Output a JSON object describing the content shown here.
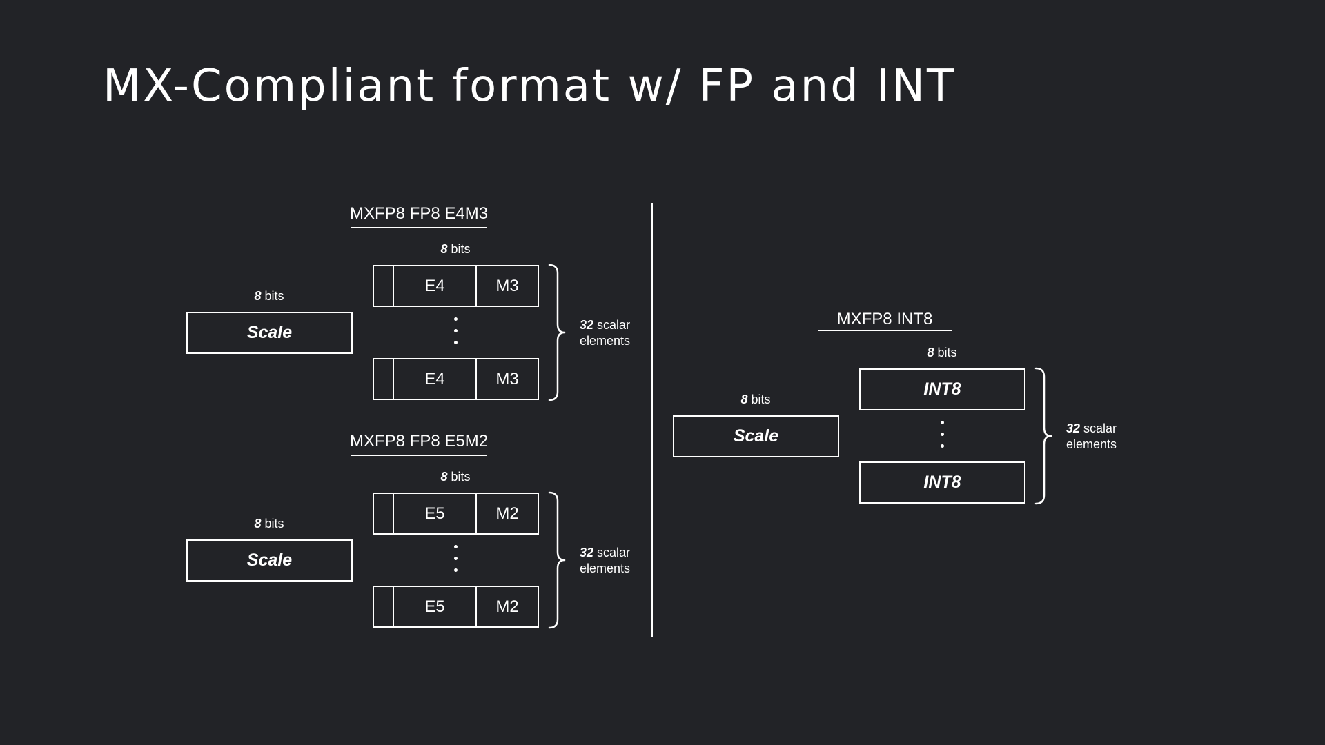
{
  "title": "MX-Compliant format w/ FP and INT",
  "sections": {
    "e4m3": {
      "heading": "MXFP8 FP8 E4M3",
      "scale_bits_num": "8",
      "scale_bits_unit": " bits",
      "scale_label": "Scale",
      "element_bits_num": "8",
      "element_bits_unit": " bits",
      "rows": [
        {
          "exponent": "E4",
          "mantissa": "M3"
        },
        {
          "exponent": "E4",
          "mantissa": "M3"
        }
      ],
      "count_num": "32",
      "count_unit": " scalar",
      "count_text2": "elements"
    },
    "e5m2": {
      "heading": "MXFP8 FP8 E5M2",
      "scale_bits_num": "8",
      "scale_bits_unit": " bits",
      "scale_label": "Scale",
      "element_bits_num": "8",
      "element_bits_unit": " bits",
      "rows": [
        {
          "exponent": "E5",
          "mantissa": "M2"
        },
        {
          "exponent": "E5",
          "mantissa": "M2"
        }
      ],
      "count_num": "32",
      "count_unit": " scalar",
      "count_text2": "elements"
    },
    "int8": {
      "heading": "MXFP8 INT8",
      "scale_bits_num": "8",
      "scale_bits_unit": " bits",
      "scale_label": "Scale",
      "element_bits_num": "8",
      "element_bits_unit": " bits",
      "rows": [
        {
          "label": "INT8"
        },
        {
          "label": "INT8"
        }
      ],
      "count_num": "32",
      "count_unit": " scalar",
      "count_text2": "elements"
    }
  }
}
